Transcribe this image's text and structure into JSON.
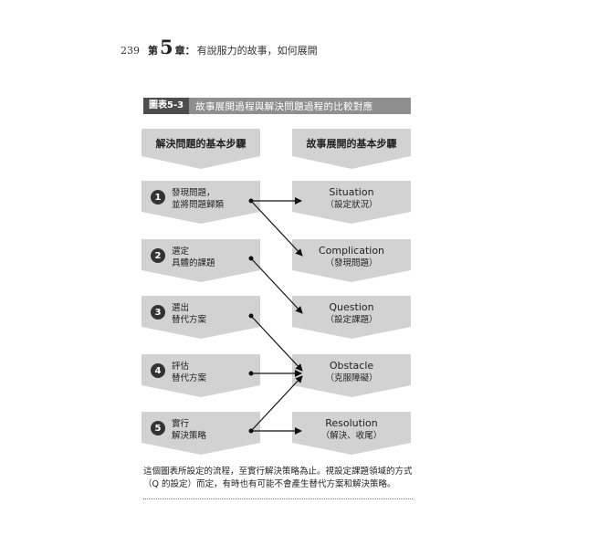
{
  "header": {
    "page_number": "239",
    "chapter_prefix": "第",
    "chapter_number": "5",
    "chapter_suffix": "章：",
    "chapter_title": "有說服力的故事，如何展開"
  },
  "figure": {
    "label": "圖表5-3",
    "title": "故事展開過程與解決問題過程的比較對應"
  },
  "columns": {
    "left_title": "解決問題的基本步驟",
    "right_title": "故事展開的基本步驟"
  },
  "problem_steps": [
    {
      "num": "1",
      "line1": "發現問題，",
      "line2": "並將問題歸類"
    },
    {
      "num": "2",
      "line1": "選定",
      "line2": "具體的課題"
    },
    {
      "num": "3",
      "line1": "選出",
      "line2": "替代方案"
    },
    {
      "num": "4",
      "line1": "評估",
      "line2": "替代方案"
    },
    {
      "num": "5",
      "line1": "實行",
      "line2": "解決策略"
    }
  ],
  "story_steps": [
    {
      "en": "Situation",
      "zh": "（設定狀況）"
    },
    {
      "en": "Complication",
      "zh": "（發現問題）"
    },
    {
      "en": "Question",
      "zh": "（設定課題）"
    },
    {
      "en": "Obstacle",
      "zh": "（克服障礙）"
    },
    {
      "en": "Resolution",
      "zh": "（解決、收尾）"
    }
  ],
  "caption": {
    "line1": "這個圖表所設定的流程，至實行解決策略為止。視設定課題領域的方式",
    "line2": "（Q 的設定）而定，有時也有可能不會產生替代方案和解決策略。"
  },
  "colors": {
    "box": "#d2d2d2",
    "banner": "#8f8f8f",
    "label": "#4d4d4d",
    "badge": "#333333"
  }
}
